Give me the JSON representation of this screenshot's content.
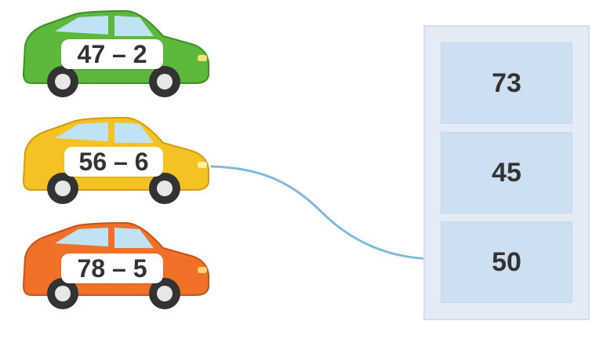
{
  "cars": [
    {
      "expression": "47 – 2",
      "color": "#5bb83a"
    },
    {
      "expression": "56 – 6",
      "color": "#f5c224"
    },
    {
      "expression": "78 – 5",
      "color": "#ef7026"
    }
  ],
  "answers": [
    "73",
    "45",
    "50"
  ],
  "connection": {
    "from_expression": "56 – 6",
    "to_answer": "50",
    "color": "#7fb9dc"
  }
}
